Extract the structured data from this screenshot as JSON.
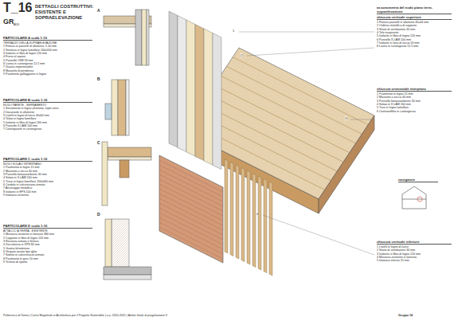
{
  "diagram": {
    "title": "DETTAGLI COSTRUTTIVI: ESISTENTE E SOPRAELEVAZIONE",
    "nodes": [
      {
        "text": [
          "PARTICOLARE A  scala 1:10",
          "TERRAZZO DELLA SOPRAELEVAZIONE",
          "1 Finitura in pannelli di alluminio, h 40 mm",
          "2 Struttura in legno lamellare 160x200 mm",
          "3 Isolante in fibra di legno 120 mm",
          "4 Freno al vapore",
          "5 Pannello OSB 18 mm",
          "6 Lastra in cartongesso 12,5 mm",
          "7 Guaina impermeabile",
          "8 Massetto di pendenza",
          "9 Pavimento galleggiante in legno"
        ]
      },
      {
        "text": [
          "PARTICOLARE B  scala 1:10",
          "NODO PARETE - SERRAMENTO",
          "1 Serramento in legno-alluminio, triplo vetro",
          "2 Davanzale in alluminio",
          "3 Listelli in legno di larice 40x60 mm",
          "4 Telaio in legno lamellare",
          "5 Isolante in fibra di legno 160 mm",
          "6 Pannello X-LAM 100 mm",
          "7 Controparete in cartongesso"
        ]
      },
      {
        "text": [
          "PARTICOLARE C  scala 1:10",
          "NODO SOLAIO INTERPIANO",
          "1 Pavimento in legno 15 mm",
          "2 Massetto a secco 40 mm",
          "3 Pannello fonoassorbente 30 mm",
          "4 Solaio in X-LAM 160 mm",
          "5 Trave in legno lamellare 200x400 mm",
          "6 Cordolo in calcestruzzo armato",
          "7 Ancoraggio metallico",
          "8 Isolante in EPS 100 mm",
          "9 Intonaco esistente"
        ]
      },
      {
        "text": [
          "PARTICOLARE D  scala 1:10",
          "ATTACCO A TERRA - ESISTENTE",
          "1 Muratura esistente in laterizio 380 mm",
          "2 Cappotto in fibra di legno 120 mm",
          "3 Rasatura armata e finitura",
          "4 Zoccolatura in XPS 80 mm",
          "5 Guaina bituminosa",
          "6 Vespaio aerato tipo igloo",
          "7 Soletta in calcestruzzo armato",
          "8 Pavimento in gres 10 mm",
          "9 Terreno di riporto"
        ]
      },
      {
        "text": [
          "assonometria del nodo piano terra-sopraelevazione",
          "chiusura verticale superiore",
          "1 Finitura pannelli in alluminio 40x44 mm",
          "2 Orditura metallica di supporto",
          "3 Strato di ventilazione 40 mm",
          "4 Telo traspirante",
          "5 Isolante in fibra di legno 120 mm",
          "6 Pannello X-LAM 100 mm",
          "7 Isolante in lana di roccia 50 mm",
          "8 Lastra in cartongesso 12,5 mm"
        ]
      },
      {
        "text": [
          "chiusura orizzontale interpiano",
          "1 Pavimento in legno 15 mm",
          "2 Massetto a secco 40 mm",
          "3 Pannello fonoassorbente 30 mm",
          "4 Solaio in X-LAM 160 mm",
          "5 Travi in legno lamellare",
          "6 Controsoffitto in cartongesso"
        ]
      },
      {
        "text": [
          "navigatore"
        ]
      },
      {
        "text": [
          "chiusura verticale inferiore",
          "1 Listelli in legno di larice",
          "2 Strato di ventilazione 30 mm",
          "3 Isolante in fibra di legno 120 mm",
          "4 Muratura esistente in laterizio",
          "5 Intonaco interno 15 mm"
        ]
      }
    ],
    "labels": [
      "T_16",
      "GR",
      "ADD",
      "A",
      "B",
      "C",
      "D",
      "Politecnico di Torino | Corso Magistrale in Architettura per il Progetto Sostenibile | a.a. 2020-2021 | Atelier finale di progettazione II",
      "Gruppo 14",
      "1",
      "2",
      "3",
      "4"
    ]
  }
}
